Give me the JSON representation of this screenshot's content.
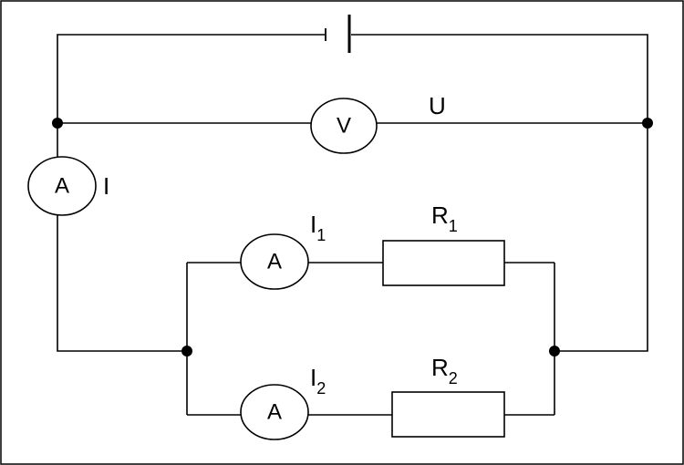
{
  "diagram": {
    "meters": {
      "voltmeter": "V",
      "ammeter_total": "A",
      "ammeter_branch1": "A",
      "ammeter_branch2": "A"
    },
    "labels": {
      "voltage": "U",
      "current_total": "I",
      "current_1_main": "I",
      "current_1_sub": "1",
      "current_2_main": "I",
      "current_2_sub": "2",
      "resistor_1_main": "R",
      "resistor_1_sub": "1",
      "resistor_2_main": "R",
      "resistor_2_sub": "2"
    }
  }
}
